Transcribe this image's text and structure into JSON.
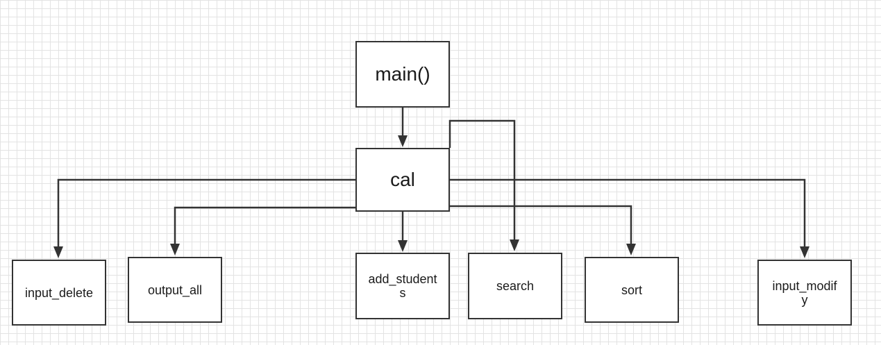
{
  "diagram": {
    "nodes": {
      "main": "main()",
      "cal": "cal",
      "input_delete": "input_delete",
      "output_all": "output_all",
      "add_students": "add_student\ns",
      "search": "search",
      "sort": "sort",
      "input_modify": "input_modif\ny"
    },
    "edges": [
      {
        "from": "main",
        "to": "cal"
      },
      {
        "from": "cal",
        "to": "input_delete"
      },
      {
        "from": "cal",
        "to": "output_all"
      },
      {
        "from": "cal",
        "to": "add_students"
      },
      {
        "from": "cal",
        "to": "search"
      },
      {
        "from": "cal",
        "to": "sort"
      },
      {
        "from": "cal",
        "to": "input_modify"
      }
    ],
    "colors": {
      "line": "#333333",
      "grid": "#e3e3e3",
      "box_border": "#333333"
    }
  }
}
